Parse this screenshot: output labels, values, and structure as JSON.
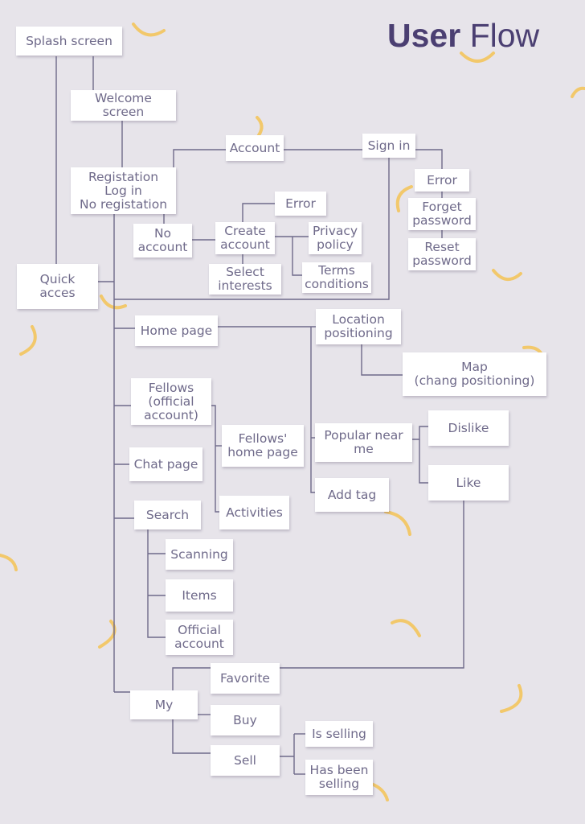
{
  "title": {
    "bold_part": "User",
    "regular_part": "Flow"
  },
  "colors": {
    "background": "#e7e4ea",
    "node_bg": "#ffffff",
    "node_text": "#6f6a8a",
    "line": "#6f6a8a",
    "title": "#4b3f72",
    "decoration": "#f2c86b"
  },
  "nodes": {
    "splash": "Splash screen",
    "welcome": "Welcome\nscreen",
    "registration": "Registation\nLog in\nNo registation",
    "account": "Account",
    "sign_in": "Sign in",
    "signin_error": "Error",
    "forget_password": "Forget\npassword",
    "reset_password": "Reset\npassword",
    "create_error": "Error",
    "no_account": "No\naccount",
    "create_account": "Create\naccount",
    "privacy_policy": "Privacy\npolicy",
    "select_interests": "Select\ninterests",
    "terms_conditions": "Terms\nconditions",
    "quick_access": "Quick\nacces",
    "home_page": "Home page",
    "location_positioning": "Location\npositioning",
    "map": "Map\n(chang positioning)",
    "fellows_official": "Fellows\n(official\naccount)",
    "fellows_home": "Fellows'\nhome page",
    "popular_near_me": "Popular near\nme",
    "dislike": "Dislike",
    "like": "Like",
    "chat_page": "Chat page",
    "activities": "Activities",
    "add_tag": "Add tag",
    "search": "Search",
    "scanning": "Scanning",
    "items": "Items",
    "official_account": "Official\naccount",
    "my": "My",
    "favorite": "Favorite",
    "buy": "Buy",
    "sell": "Sell",
    "is_selling": "Is selling",
    "has_been_selling": "Has been\nselling"
  }
}
